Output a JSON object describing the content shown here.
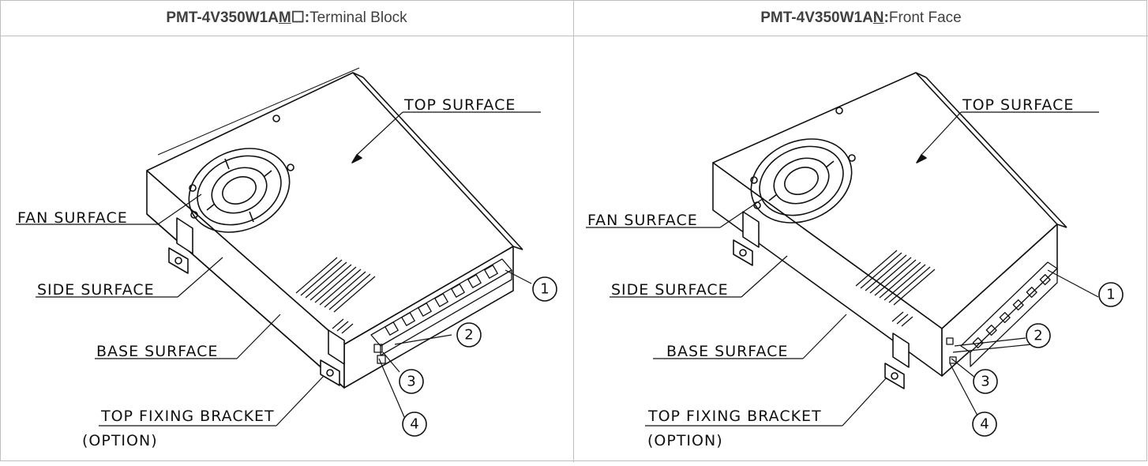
{
  "headers": {
    "left": {
      "model_prefix": "PMT-4V350W1A",
      "model_underline": "M",
      "model_suffix": "☐",
      "colon": ":",
      "description": " Terminal Block"
    },
    "right": {
      "model_prefix": "PMT-4V350W1A",
      "model_underline": "N",
      "model_suffix": "",
      "colon": ":",
      "description": " Front Face"
    }
  },
  "labels": {
    "top_surface": "TOP SURFACE",
    "fan_surface": "FAN SURFACE",
    "side_surface": "SIDE SURFACE",
    "base_surface": "BASE SURFACE",
    "top_fixing_bracket": "TOP FIXING BRACKET",
    "option": "(OPTION)"
  },
  "callouts": [
    "1",
    "2",
    "3",
    "4"
  ],
  "colors": {
    "line": "#111111",
    "header_text": "#404040",
    "border": "#bfbfbf"
  }
}
